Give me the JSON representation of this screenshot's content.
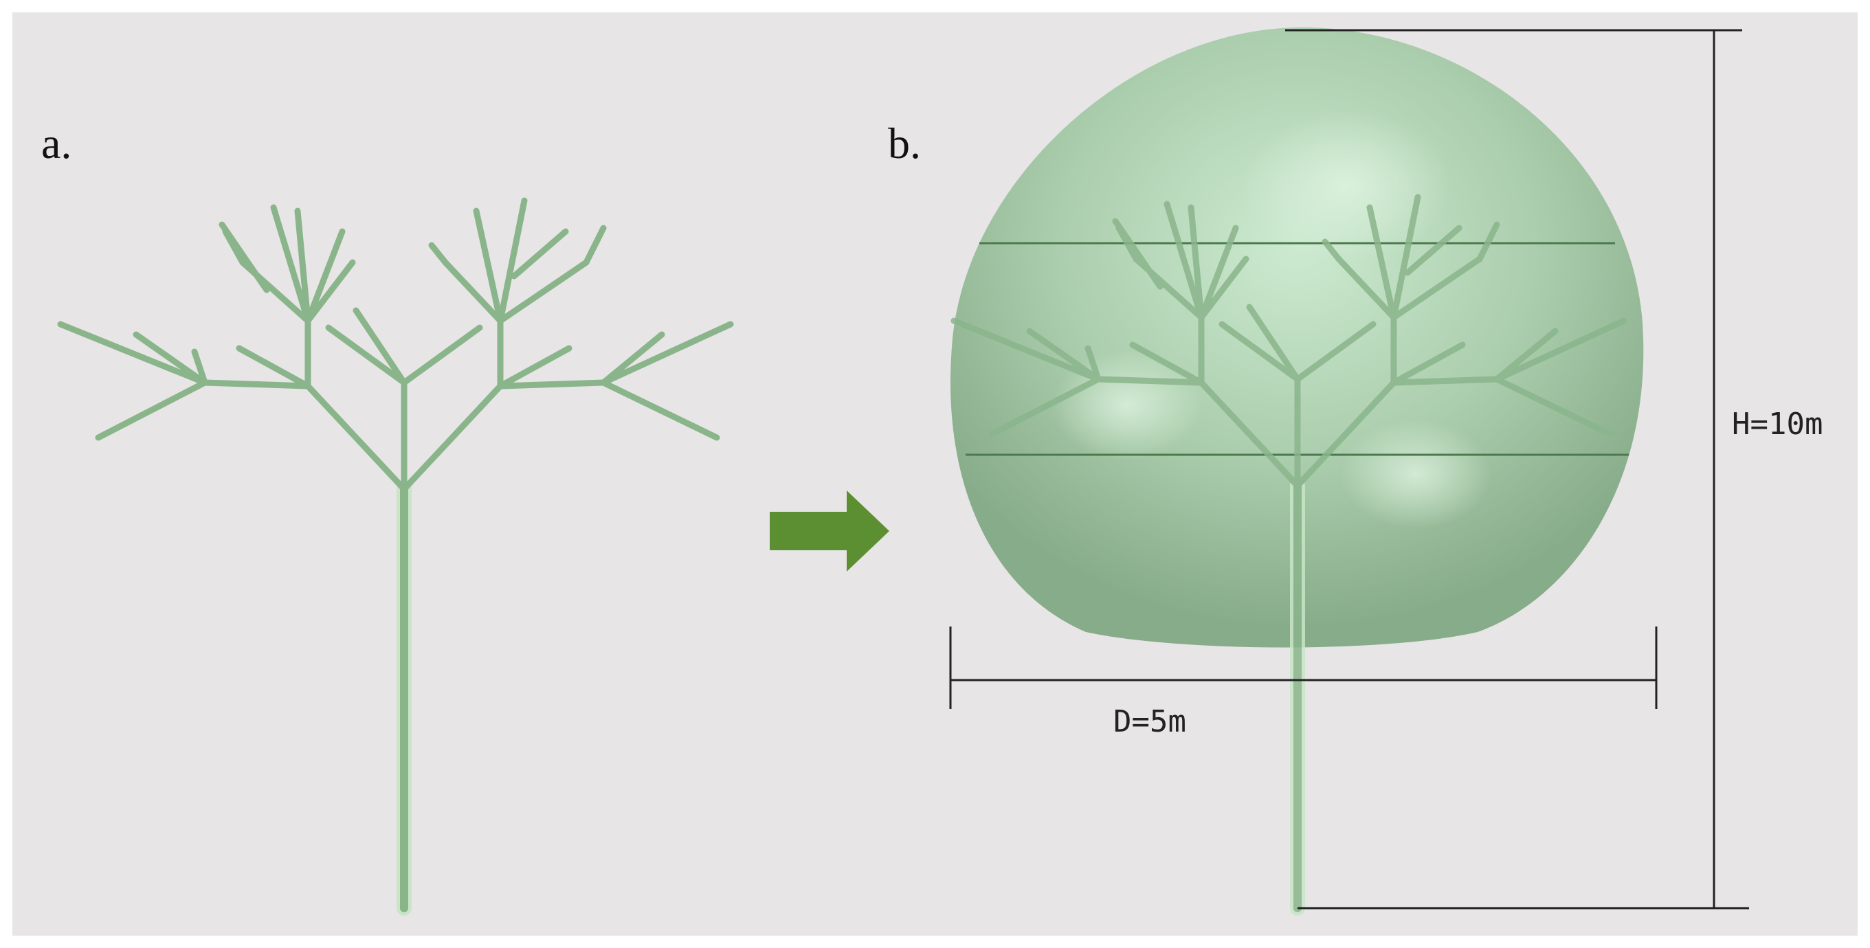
{
  "panels": {
    "a": {
      "label": "a."
    },
    "b": {
      "label": "b."
    }
  },
  "dimensions": {
    "height": {
      "label": "H=10m"
    },
    "diameter": {
      "label": "D=5m"
    }
  },
  "colors": {
    "background": "#e7e5e6",
    "frame": "#ffffff",
    "branch": "#8ab58b",
    "trunk_highlight": "#c9e5c7",
    "crown_light": "#c9ebcd",
    "crown_mid": "#a3cba6",
    "crown_dark": "#7aa47c",
    "arrow": "#5c8f32",
    "dimension_line": "#222222",
    "crown_section_line": "#4c7a4e"
  }
}
